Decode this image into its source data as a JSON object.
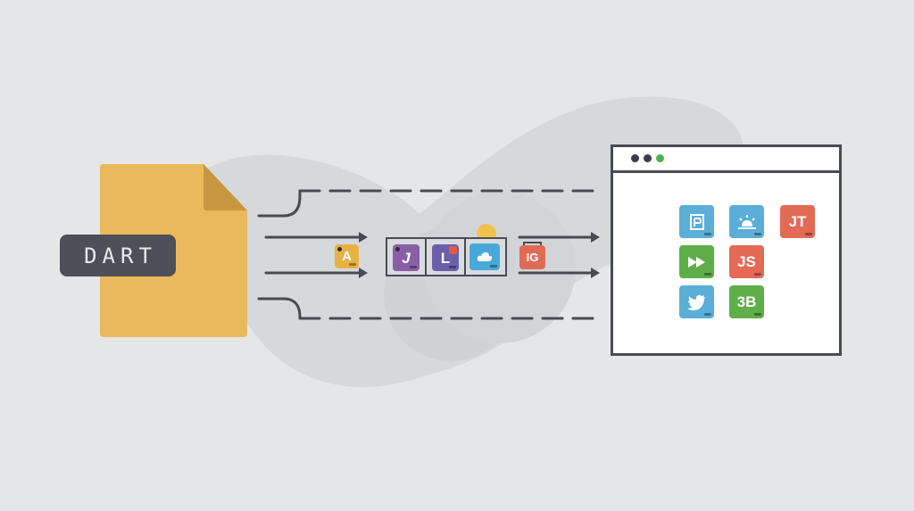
{
  "dart_file": {
    "label": "DART",
    "color": "#eab95b",
    "fold_color": "#c99642",
    "label_bg": "#4f4f5a"
  },
  "pipeline": {
    "input_tile": {
      "text": "A",
      "color": "#e7b245",
      "icon": "letter-a-icon"
    },
    "strip_tiles": [
      {
        "text": "J",
        "color": "#8b5fa6",
        "icon": "letter-j-icon"
      },
      {
        "text": "L",
        "color": "#6a5fa8",
        "icon": "letter-l-icon"
      },
      {
        "text": "",
        "color": "#4aa8d8",
        "icon": "cloud-icon"
      }
    ],
    "output_tile": {
      "text": "IG",
      "color": "#e06b54",
      "icon": "letter-ig-icon"
    }
  },
  "browser": {
    "window_dots": [
      "#3c3c44",
      "#3c3c44",
      "#4caf50"
    ],
    "tiles": [
      {
        "text": "",
        "color": "#5aaed8",
        "icon": "document-icon"
      },
      {
        "text": "",
        "color": "#5aaed8",
        "icon": "sunrise-icon"
      },
      {
        "text": "JT",
        "color": "#e36a55",
        "icon": "letter-jt-icon"
      },
      {
        "text": "",
        "color": "#5fae4a",
        "icon": "fast-forward-icon"
      },
      {
        "text": "JS",
        "color": "#e36a55",
        "icon": "letter-js-icon"
      },
      {
        "text": "",
        "color": "#5aaed8",
        "icon": "bird-icon"
      },
      {
        "text": "3B",
        "color": "#5fae4a",
        "icon": "letter-3b-icon"
      }
    ]
  }
}
